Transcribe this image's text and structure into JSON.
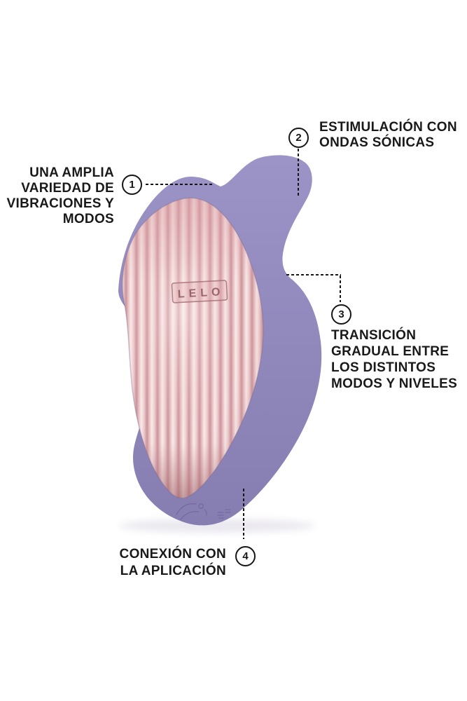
{
  "page": {
    "background": "#FFFFFF"
  },
  "product": {
    "brand": "LELO",
    "colors": {
      "body_purple": "#9189BD",
      "body_purple_light": "#9C94C6",
      "body_purple_dark": "#867DB0",
      "face_rose_light": "#F9ECEA",
      "face_rose_mid": "#EBC3C7",
      "face_rose_shadow": "#C8939A",
      "engraving_purple": "#6F66A0"
    }
  },
  "style": {
    "text_color": "#191919",
    "line_color": "#161616"
  },
  "callouts": [
    {
      "number": "1",
      "lines": [
        "UNA AMPLIA",
        "VARIEDAD DE",
        "VIBRACIONES Y",
        "MODOS"
      ]
    },
    {
      "number": "2",
      "lines": [
        "ESTIMULACIÓN CON",
        "ONDAS SÓNICAS"
      ]
    },
    {
      "number": "3",
      "lines": [
        "TRANSICIÓN",
        "GRADUAL ENTRE",
        "LOS DISTINTOS",
        "MODOS Y NIVELES"
      ]
    },
    {
      "number": "4",
      "lines": [
        "CONEXIÓN CON",
        "LA APLICACIÓN"
      ]
    }
  ]
}
